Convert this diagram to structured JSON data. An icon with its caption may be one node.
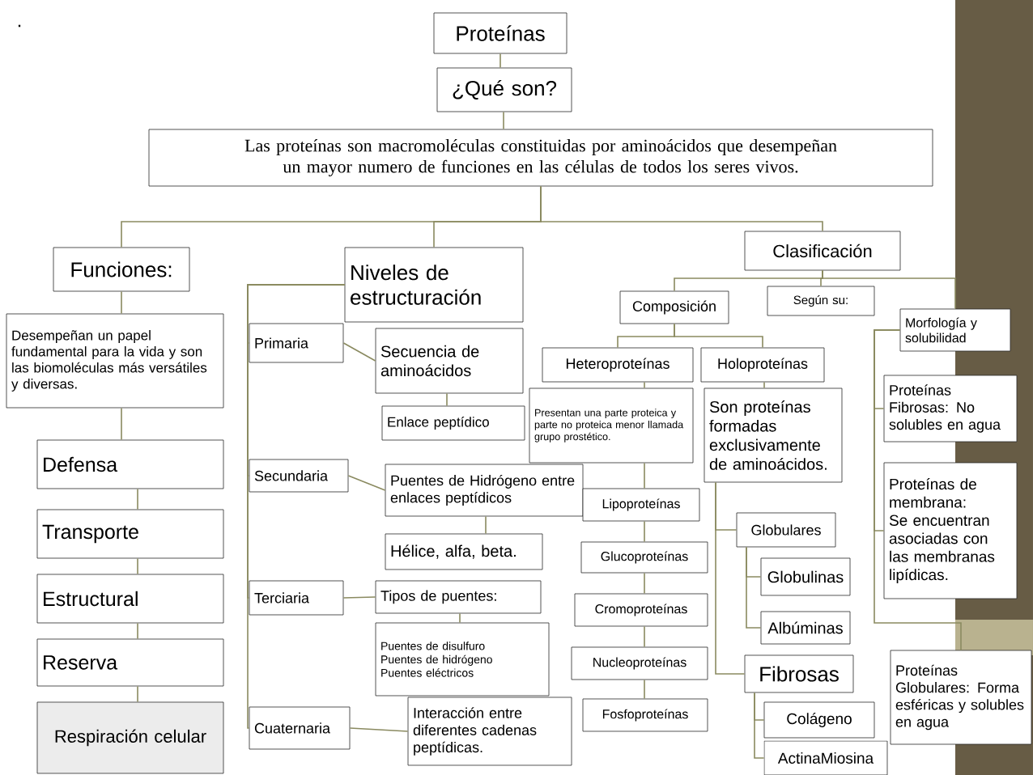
{
  "diagram": {
    "nodes": [
      {
        "text": [
          "Proteínas"
        ]
      },
      {
        "text": [
          "¿Qué son?"
        ]
      },
      {
        "text": [
          "Las proteínas son macromoléculas constituidas por aminoácidos que desempeñan un mayor numero de funciones en las células de todos los seres vivos."
        ]
      },
      {
        "text": [
          "Funciones:"
        ]
      },
      {
        "text": [
          "Desempeñan un papel fundamental para la vida y son las biomoléculas más versátiles y diversas."
        ]
      },
      {
        "text": [
          "Defensa"
        ]
      },
      {
        "text": [
          "Transporte"
        ]
      },
      {
        "text": [
          "Estructural"
        ]
      },
      {
        "text": [
          "Reserva"
        ]
      },
      {
        "text": [
          "Respiración celular"
        ]
      },
      {
        "text": [
          "Niveles de estructuración"
        ]
      },
      {
        "text": [
          "Primaria"
        ]
      },
      {
        "text": [
          "Secuencia de aminoácidos"
        ]
      },
      {
        "text": [
          "Enlace peptídico"
        ]
      },
      {
        "text": [
          "Secundaria"
        ]
      },
      {
        "text": [
          "Puentes de Hidrógeno entre enlaces peptídicos"
        ]
      },
      {
        "text": [
          "Hélice, alfa, beta."
        ]
      },
      {
        "text": [
          "Terciaria"
        ]
      },
      {
        "text": [
          "Tipos de puentes:"
        ]
      },
      {
        "text": [
          "Puentes de disulfuro",
          "Puentes de hidrógeno",
          "Puentes eléctricos"
        ]
      },
      {
        "text": [
          "Cuaternaria"
        ]
      },
      {
        "text": [
          "Interacción entre diferentes cadenas peptídicas."
        ]
      },
      {
        "text": [
          "Clasificación"
        ]
      },
      {
        "text": [
          "Composición"
        ]
      },
      {
        "text": [
          "Según su:"
        ]
      },
      {
        "text": [
          "Morfología y solubilidad"
        ]
      },
      {
        "text": [
          "Heteroproteínas"
        ]
      },
      {
        "text": [
          "Holoproteínas"
        ]
      },
      {
        "text": [
          "Presentan una parte proteica y parte no proteica menor llamada grupo prostético."
        ]
      },
      {
        "text": [
          "Son proteínas formadas exclusivamente de aminoácidos."
        ]
      },
      {
        "text": [
          "Lipoproteínas"
        ]
      },
      {
        "text": [
          "Glucoproteínas"
        ]
      },
      {
        "text": [
          "Cromoproteínas"
        ]
      },
      {
        "text": [
          "Nucleoproteínas"
        ]
      },
      {
        "text": [
          "Fosfoproteínas"
        ]
      },
      {
        "text": [
          "Globulares"
        ]
      },
      {
        "text": [
          "Globulinas"
        ]
      },
      {
        "text": [
          "Albúminas"
        ]
      },
      {
        "text": [
          "Fibrosas"
        ]
      },
      {
        "text": [
          "Colágeno"
        ]
      },
      {
        "text": [
          "ActinaMiosina"
        ]
      },
      {
        "text": [
          "Proteínas Fibrosas: No solubles en agua"
        ]
      },
      {
        "text": [
          "Proteínas de membrana: Se encuentran asociadas con las membranas lipídicas."
        ]
      },
      {
        "text": [
          "Proteínas Globulares: Forma esféricas y solubles en agua"
        ]
      }
    ],
    "edges": [
      {
        "from": 0,
        "to": 1,
        "arrow": "none"
      },
      {
        "from": 1,
        "to": 2,
        "arrow": "none"
      },
      {
        "from": 2,
        "to": 3,
        "arrow": "none"
      },
      {
        "from": 2,
        "to": 10,
        "arrow": "none"
      },
      {
        "from": 2,
        "to": 22,
        "arrow": "none"
      },
      {
        "from": 3,
        "to": 4,
        "arrow": "none"
      },
      {
        "from": 4,
        "to": 5,
        "arrow": "none"
      },
      {
        "from": 5,
        "to": 6,
        "arrow": "none"
      },
      {
        "from": 6,
        "to": 7,
        "arrow": "none"
      },
      {
        "from": 7,
        "to": 8,
        "arrow": "none"
      },
      {
        "from": 8,
        "to": 9,
        "arrow": "none"
      },
      {
        "from": 10,
        "to": 11,
        "arrow": "none"
      },
      {
        "from": 10,
        "to": 14,
        "arrow": "none"
      },
      {
        "from": 10,
        "to": 17,
        "arrow": "none"
      },
      {
        "from": 10,
        "to": 20,
        "arrow": "none"
      },
      {
        "from": 11,
        "to": 12,
        "arrow": "none"
      },
      {
        "from": 12,
        "to": 13,
        "arrow": "none"
      },
      {
        "from": 14,
        "to": 15,
        "arrow": "none"
      },
      {
        "from": 15,
        "to": 16,
        "arrow": "none"
      },
      {
        "from": 17,
        "to": 18,
        "arrow": "none"
      },
      {
        "from": 18,
        "to": 19,
        "arrow": "none"
      },
      {
        "from": 20,
        "to": 21,
        "arrow": "none"
      },
      {
        "from": 22,
        "to": 23,
        "arrow": "none"
      },
      {
        "from": 22,
        "to": 24,
        "arrow": "none"
      },
      {
        "from": 22,
        "to": 25,
        "arrow": "none"
      },
      {
        "from": 23,
        "to": 26,
        "arrow": "none"
      },
      {
        "from": 23,
        "to": 27,
        "arrow": "none"
      },
      {
        "from": 26,
        "to": 28,
        "arrow": "none"
      },
      {
        "from": 28,
        "to": 30,
        "arrow": "none"
      },
      {
        "from": 30,
        "to": 31,
        "arrow": "none"
      },
      {
        "from": 31,
        "to": 32,
        "arrow": "none"
      },
      {
        "from": 32,
        "to": 33,
        "arrow": "none"
      },
      {
        "from": 33,
        "to": 34,
        "arrow": "none"
      },
      {
        "from": 27,
        "to": 29,
        "arrow": "none"
      },
      {
        "from": 29,
        "to": 35,
        "arrow": "none"
      },
      {
        "from": 29,
        "to": 38,
        "arrow": "none"
      },
      {
        "from": 35,
        "to": 36,
        "arrow": "none"
      },
      {
        "from": 35,
        "to": 37,
        "arrow": "none"
      },
      {
        "from": 38,
        "to": 39,
        "arrow": "none"
      },
      {
        "from": 38,
        "to": 40,
        "arrow": "none"
      },
      {
        "from": 25,
        "to": 41,
        "arrow": "none"
      },
      {
        "from": 25,
        "to": 42,
        "arrow": "none"
      },
      {
        "from": 25,
        "to": 43,
        "arrow": "none"
      }
    ],
    "labels": [
      "."
    ]
  }
}
